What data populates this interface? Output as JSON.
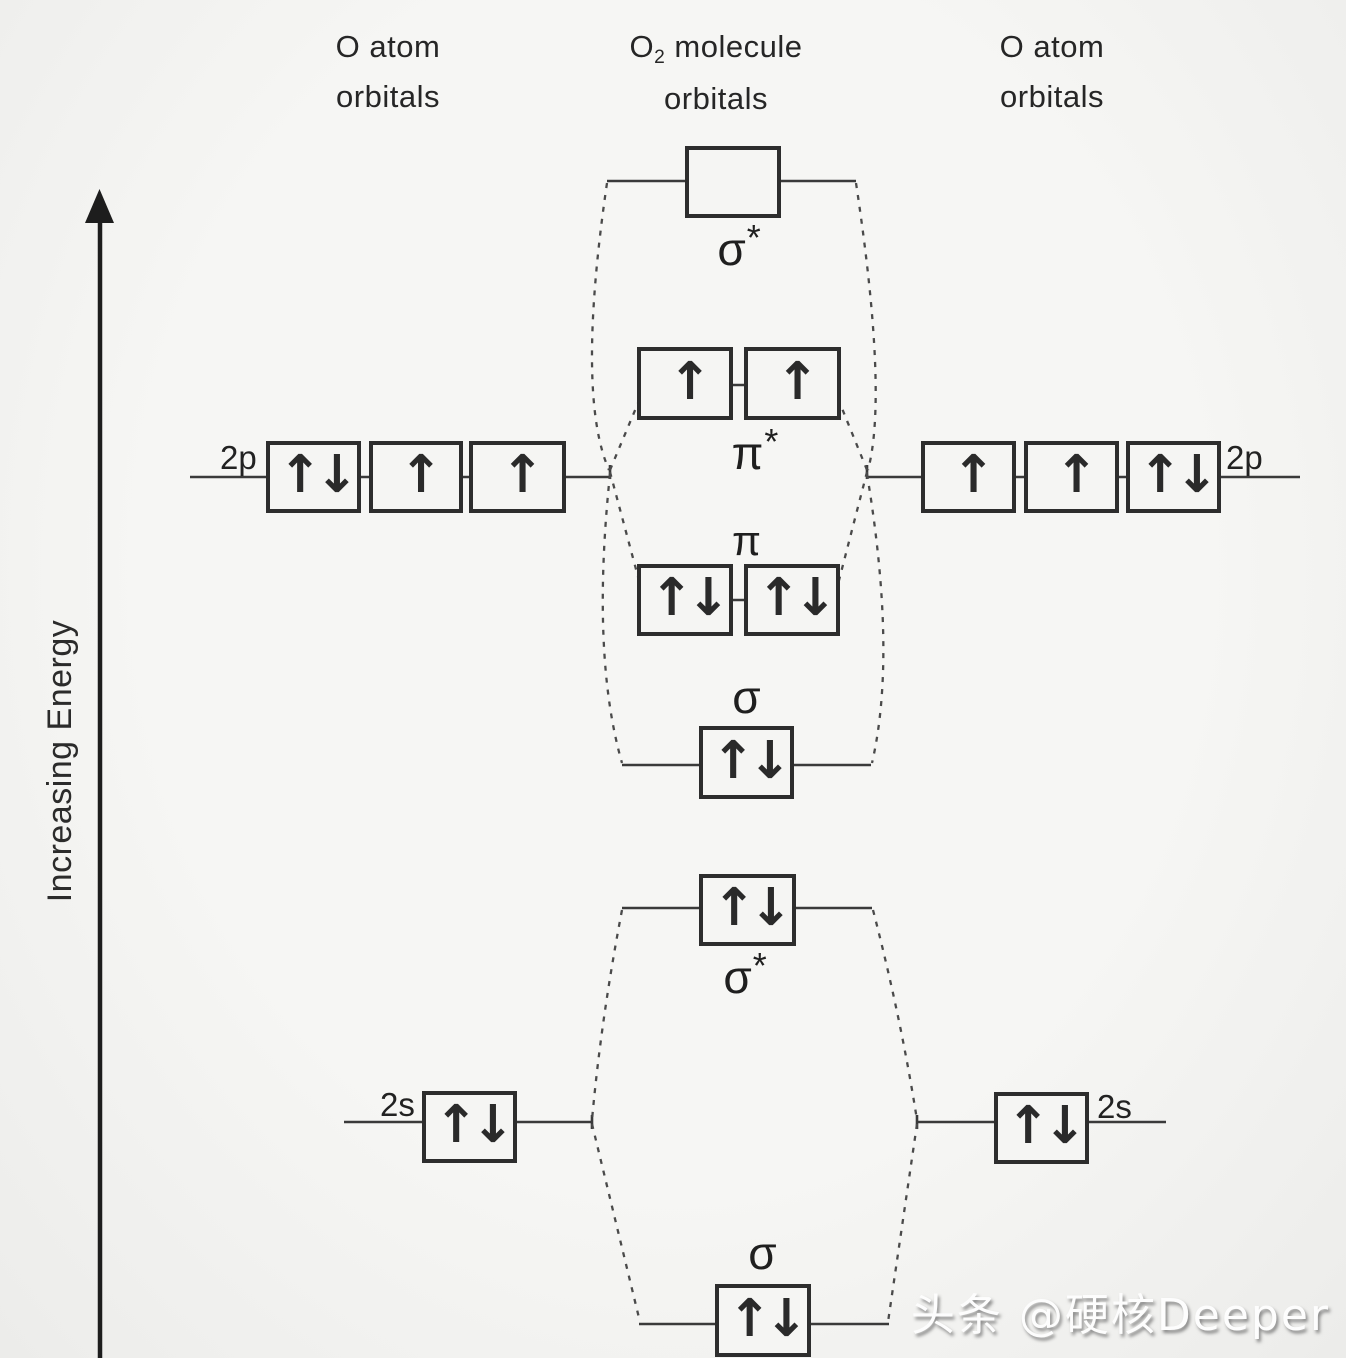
{
  "colors": {
    "background": "#f3f3f1",
    "line": "#3a3a3a",
    "box_border": "#2d2d2d",
    "text": "#262626",
    "watermark": "#fdfdfd"
  },
  "energy_axis": {
    "label": "Increasing Energy"
  },
  "headers": {
    "left": {
      "line1": "O atom",
      "line2": "orbitals"
    },
    "center": {
      "element": "O",
      "subscript": "2",
      "suffix": " molecule",
      "line2": "orbitals"
    },
    "right": {
      "line1": "O atom",
      "line2": "orbitals"
    }
  },
  "atomic_levels": {
    "left_2p": {
      "label": "2p",
      "occupancy": [
        "↑↓",
        "↑",
        "↑"
      ]
    },
    "right_2p": {
      "label": "2p",
      "occupancy": [
        "↑",
        "↑",
        "↑↓"
      ]
    },
    "left_2s": {
      "label": "2s",
      "occupancy": [
        "↑↓"
      ]
    },
    "right_2s": {
      "label": "2s",
      "occupancy": [
        "↑↓"
      ]
    }
  },
  "molecular_levels": {
    "sigma_star_2p": {
      "symbol": "σ",
      "star": "*",
      "occupancy": [
        ""
      ]
    },
    "pi_star_2p": {
      "symbol": "π",
      "star": "*",
      "occupancy": [
        "↑",
        "↑"
      ]
    },
    "pi_2p": {
      "symbol": "π",
      "star": "",
      "occupancy": [
        "↑↓",
        "↑↓"
      ]
    },
    "sigma_2p": {
      "symbol": "σ",
      "star": "",
      "occupancy": [
        "↑↓"
      ]
    },
    "sigma_star_2s": {
      "symbol": "σ",
      "star": "*",
      "occupancy": [
        "↑↓"
      ]
    },
    "sigma_2s": {
      "symbol": "σ",
      "star": "",
      "occupancy": [
        "↑↓"
      ]
    }
  },
  "watermark": {
    "text": "头条 @硬核Deeper"
  }
}
